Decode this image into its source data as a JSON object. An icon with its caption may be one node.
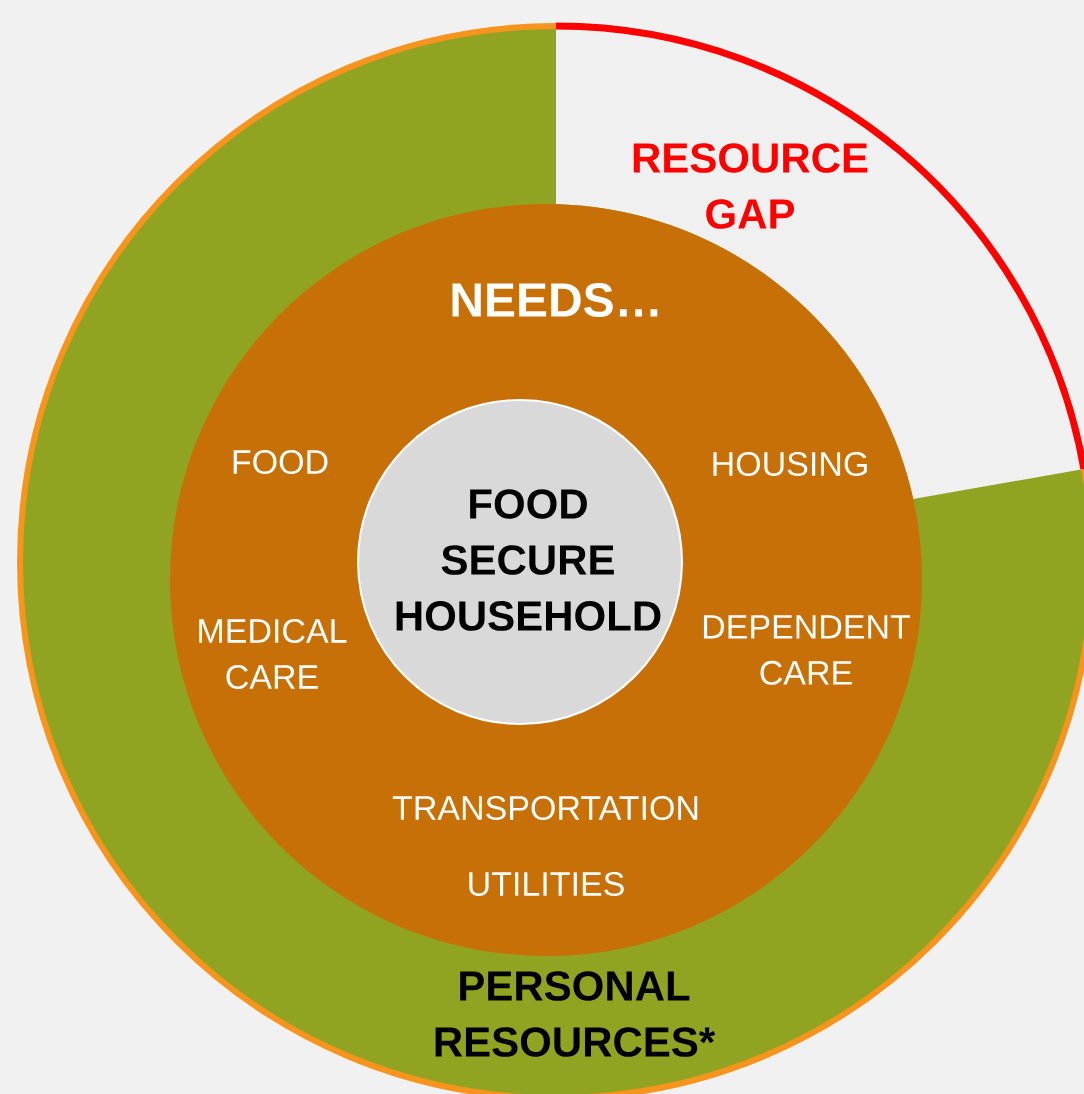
{
  "diagram": {
    "nodes": [
      {
        "text": [
          "PERSONAL RESOURCES*"
        ]
      },
      {
        "text": [
          "RESOURCE GAP"
        ],
        "in": 0
      },
      {
        "text": [
          "NEEDS…",
          "FOOD",
          "HOUSING",
          "MEDICAL CARE",
          "DEPENDENT CARE",
          "TRANSPORTATION",
          "UTILITIES"
        ],
        "in": 0
      },
      {
        "text": [
          "FOOD SECURE HOUSEHOLD"
        ],
        "in": 2
      }
    ]
  }
}
